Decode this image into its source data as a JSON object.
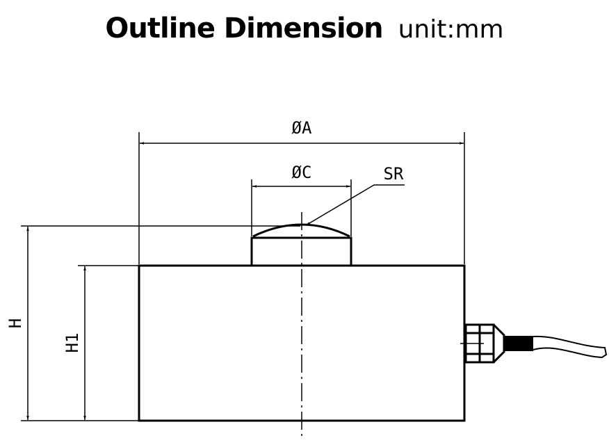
{
  "title": {
    "main": "Outline Dimension",
    "unit": "unit:mm"
  },
  "labels": {
    "dia_a": "ØA",
    "dia_c": "ØC",
    "sr": "SR",
    "h": "H",
    "h1": "H1"
  },
  "colors": {
    "line": "#000000",
    "background": "#ffffff"
  }
}
